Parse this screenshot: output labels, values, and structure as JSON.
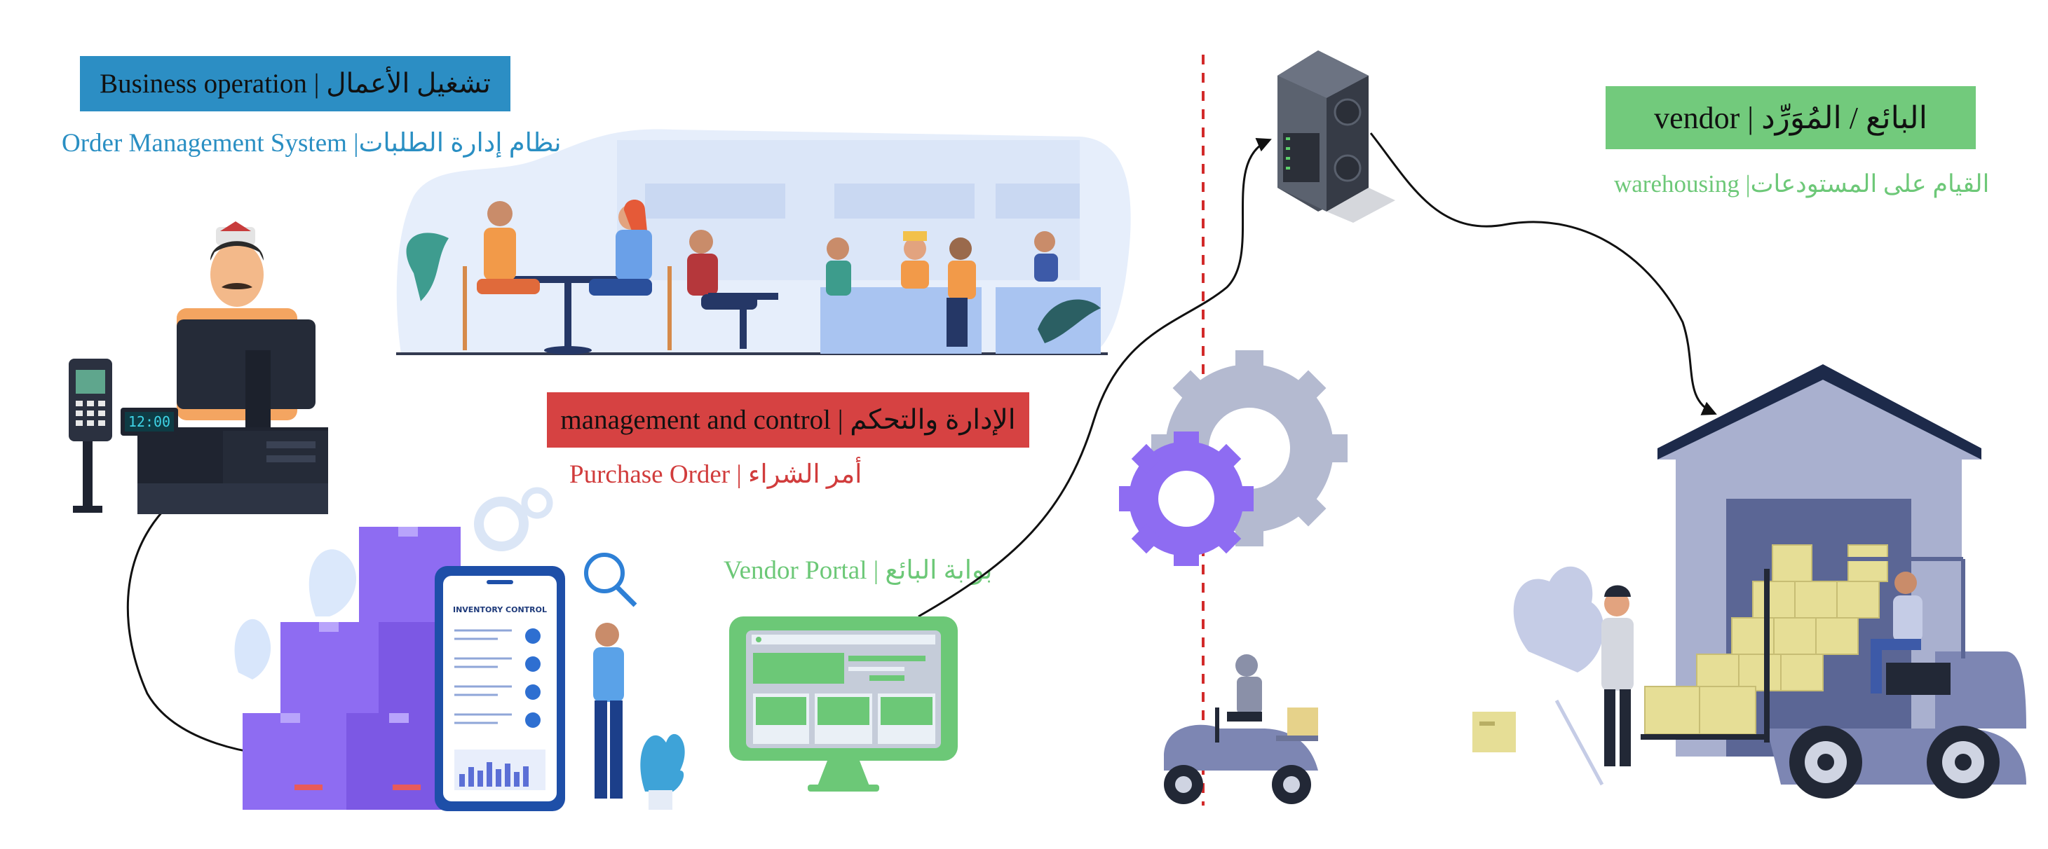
{
  "labels": {
    "business_operation": "Business operation | تشغيل الأعمال",
    "order_management": "Order Management System |نظام إدارة الطلبات",
    "management_control": "management and control | الإدارة والتحكم",
    "purchase_order": "Purchase Order | أمر الشراء",
    "vendor": "vendor | البائع / المُوَرِّد",
    "warehousing": "warehousing |القيام على المستودعات",
    "vendor_portal": "Vendor Portal | بوابة البائع"
  },
  "illustration_text": {
    "inventory_title": "INVENTORY CONTROL",
    "register_display": "12:00"
  },
  "colors": {
    "blue": "#2c8ec4",
    "red": "#d64242",
    "green": "#72ca7c",
    "purple": "#8e6cf2",
    "slate": "#7d86b3"
  },
  "icons": [
    "cashier-icon",
    "restaurant-scene-icon",
    "inventory-boxes-icon",
    "server-rack-icon",
    "gears-icon",
    "scooter-courier-icon",
    "warehouse-forklift-icon",
    "monitor-portal-icon"
  ]
}
